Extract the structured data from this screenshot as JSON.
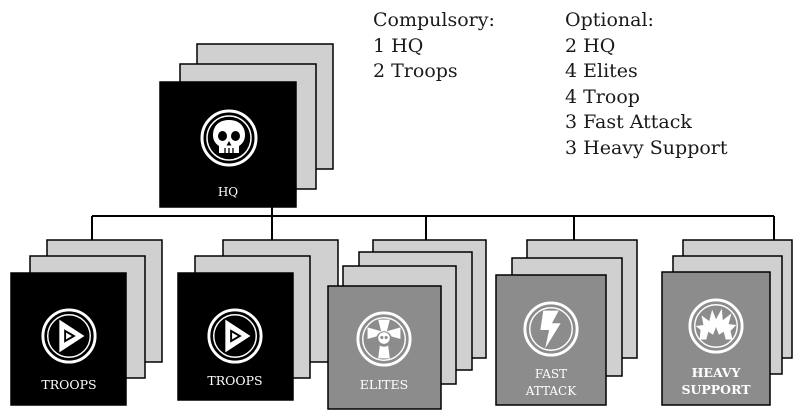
{
  "requirements": {
    "compulsory": {
      "heading": "Compulsory:",
      "items": [
        "1 HQ",
        "2 Troops"
      ]
    },
    "optional": {
      "heading": "Optional:",
      "items": [
        "2 HQ",
        "4 Elites",
        "4 Troop",
        "3 Fast Attack",
        "3 Heavy Support"
      ]
    }
  },
  "slots": {
    "hq": {
      "label": "HQ",
      "icon": "skull-icon",
      "style": "black"
    },
    "troops": [
      {
        "label": "TROOPS",
        "icon": "troops-arrow-icon",
        "style": "black"
      },
      {
        "label": "TROOPS",
        "icon": "troops-arrow-icon",
        "style": "black"
      }
    ],
    "elites": {
      "label": "ELITES",
      "icon": "elites-skull-cross-icon",
      "style": "gray"
    },
    "fast_attack": {
      "label_line1": "FAST",
      "label_line2": "ATTACK",
      "icon": "lightning-icon",
      "style": "gray"
    },
    "heavy_support": {
      "label_line1": "HEAVY",
      "label_line2": "SUPPORT",
      "icon": "explosion-icon",
      "style": "gray"
    }
  },
  "colors": {
    "black_card": "#000000",
    "gray_card": "#8c8c8c",
    "back_card": "#d0d0d0",
    "line": "#000000"
  }
}
